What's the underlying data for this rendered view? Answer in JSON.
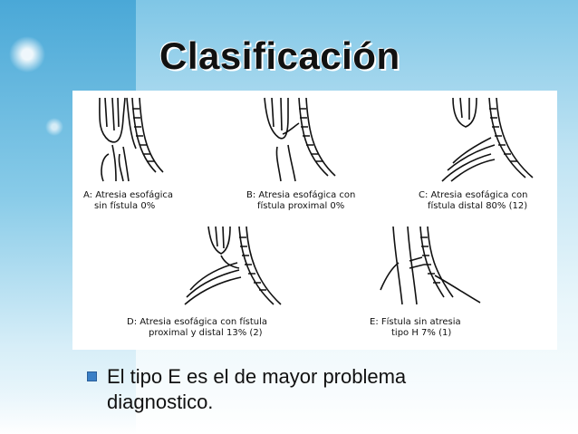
{
  "slide": {
    "title": "Clasificación",
    "panels": [
      {
        "line1": "A: Atresia esofágica",
        "line2": "sin fístula 0%"
      },
      {
        "line1": "B: Atresia esofágica con",
        "line2": "fístula proximal 0%"
      },
      {
        "line1": "C: Atresia esofágica con",
        "line2": "fístula distal 80% (12)"
      },
      {
        "line1": "D: Atresia esofágica con fístula",
        "line2": "proximal y distal 13% (2)"
      },
      {
        "line1": "E: Fístula sin atresia",
        "line2": "tipo H 7% (1)"
      }
    ],
    "bullet": {
      "line1": "El tipo E es el de mayor problema",
      "line2": "diagnostico."
    }
  }
}
